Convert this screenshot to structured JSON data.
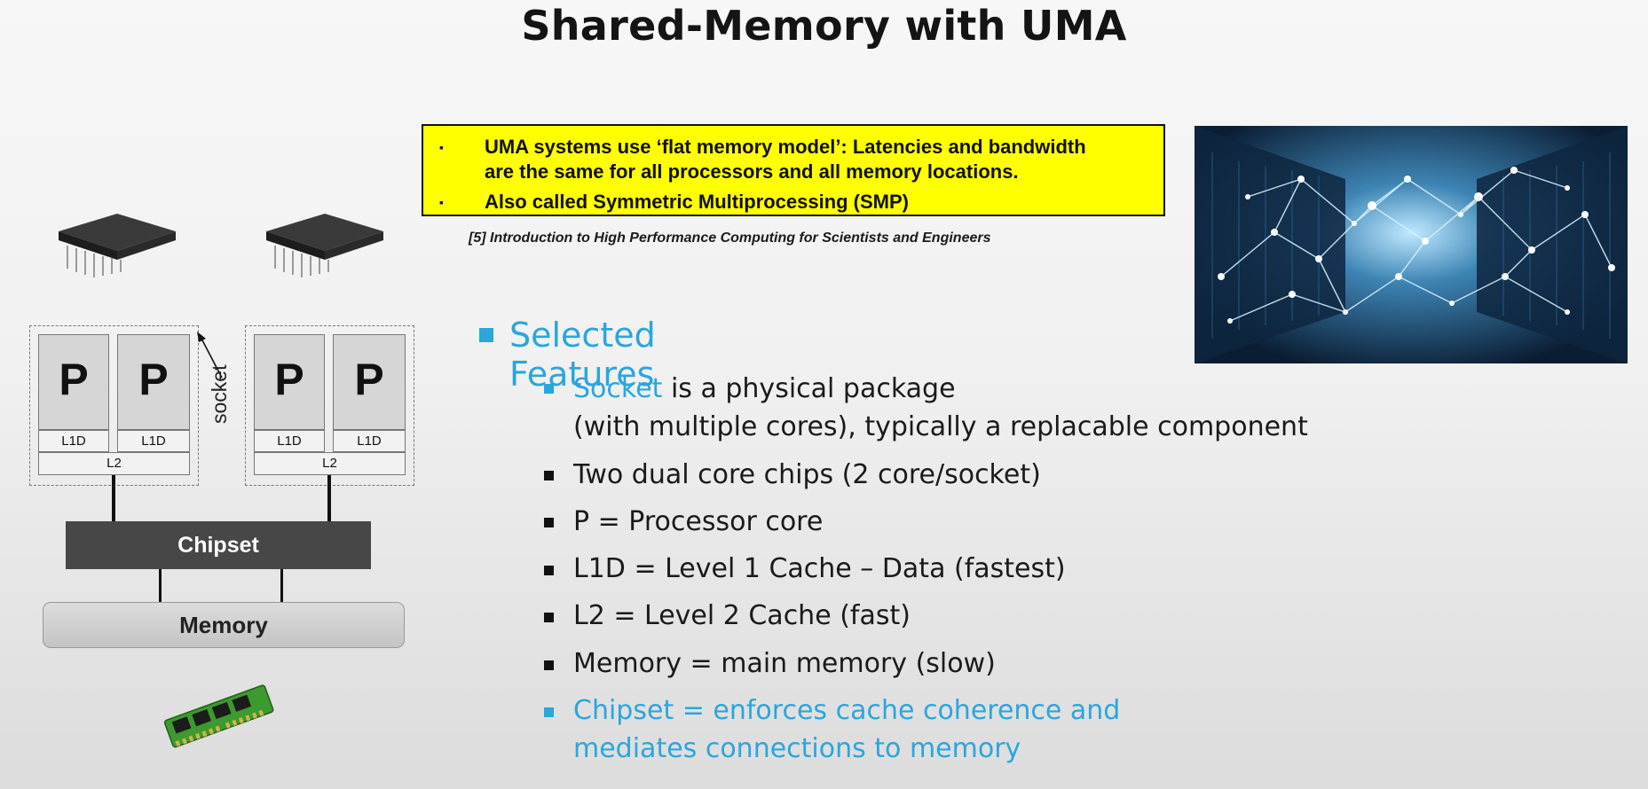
{
  "title": "Shared-Memory with UMA",
  "callout": {
    "bullet": "▪",
    "line1": "UMA systems use ‘flat memory model’: Latencies and bandwidth",
    "line2": "are the same for all processors and all memory locations.",
    "line3": "Also called Symmetric Multiprocessing (SMP)"
  },
  "reference": "[5] Introduction to High Performance Computing for Scientists and Engineers",
  "features": {
    "heading": "Selected Features",
    "socket_word": "Socket",
    "socket_rest": " is a physical package",
    "socket_line2": "(with multiple cores), typically a replacable component",
    "items": [
      "Two dual core chips (2 core/socket)",
      "P = Processor core",
      "L1D = Level 1 Cache – Data (fastest)",
      "L2 = Level 2 Cache (fast)",
      "Memory = main memory (slow)"
    ],
    "chipset_line1": "Chipset = enforces cache coherence and",
    "chipset_line2": "mediates connections to memory"
  },
  "diagram": {
    "processor": "P",
    "l1d": "L1D",
    "l2": "L2",
    "socket": "socket",
    "chipset": "Chipset",
    "memory": "Memory"
  },
  "colors": {
    "accent_blue": "#2aa6dc",
    "callout_yellow": "#ffff00",
    "chipset_gray": "#474747"
  },
  "icons": [
    "cpu-chip-icon",
    "cpu-chip-icon",
    "ram-module-icon",
    "datacenter-network-photo"
  ]
}
